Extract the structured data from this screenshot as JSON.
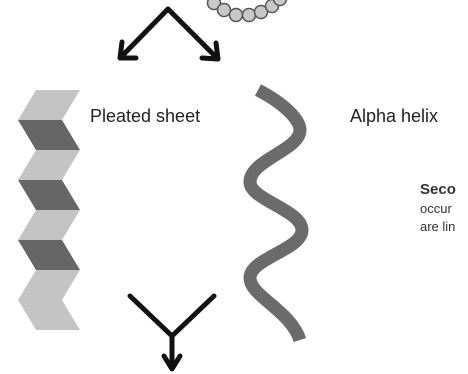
{
  "labels": {
    "pleated_sheet": "Pleated sheet",
    "alpha_helix": "Alpha helix"
  },
  "caption": {
    "title": "Seco",
    "line1": "occur",
    "line2": "are lin"
  },
  "colors": {
    "strand_light": "#c4c4c4",
    "strand_dark": "#666666",
    "helix": "#6b6b6b",
    "bead": "#c8c8c8",
    "arrow": "#111111"
  }
}
